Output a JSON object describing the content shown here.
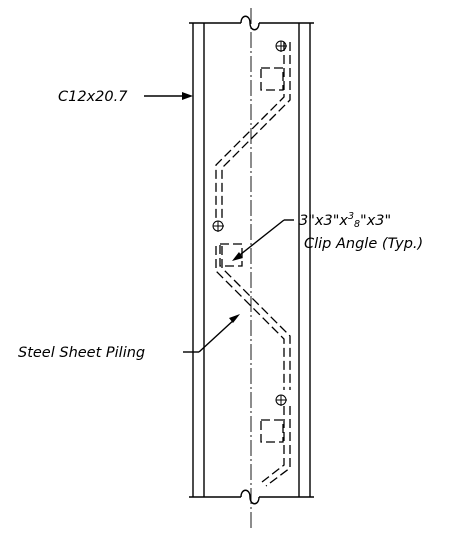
{
  "labels": {
    "channel": "C12x20.7",
    "clip_angle_line1_pre": "3\"x3\"x",
    "clip_angle_frac_num": "3",
    "clip_angle_frac_den": "8",
    "clip_angle_line1_post": "\"x3\"",
    "clip_angle_line2": "Clip Angle (Typ.)",
    "sheet_piling": "Steel Sheet Piling"
  }
}
